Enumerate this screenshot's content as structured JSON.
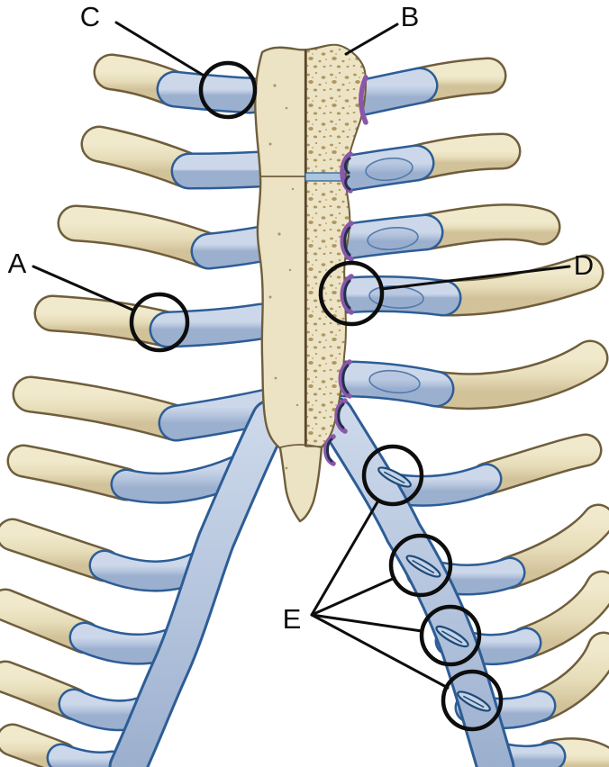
{
  "labels": [
    {
      "id": "A",
      "text": "A"
    },
    {
      "id": "B",
      "text": "B"
    },
    {
      "id": "C",
      "text": "C"
    },
    {
      "id": "D",
      "text": "D"
    },
    {
      "id": "E",
      "text": "E"
    }
  ],
  "annotation_circle_count": 7,
  "colors": {
    "background": "#ffffff",
    "bone": "#e8dfbd",
    "bone_outline": "#6f5e3c",
    "cartilage": "#b6c5de",
    "cartilage_outline": "#2d5d96",
    "spongy_bone_dots": "#b1975f",
    "joint_rim_purple": "#8a57aa",
    "annotation": "#0d0d0d"
  }
}
